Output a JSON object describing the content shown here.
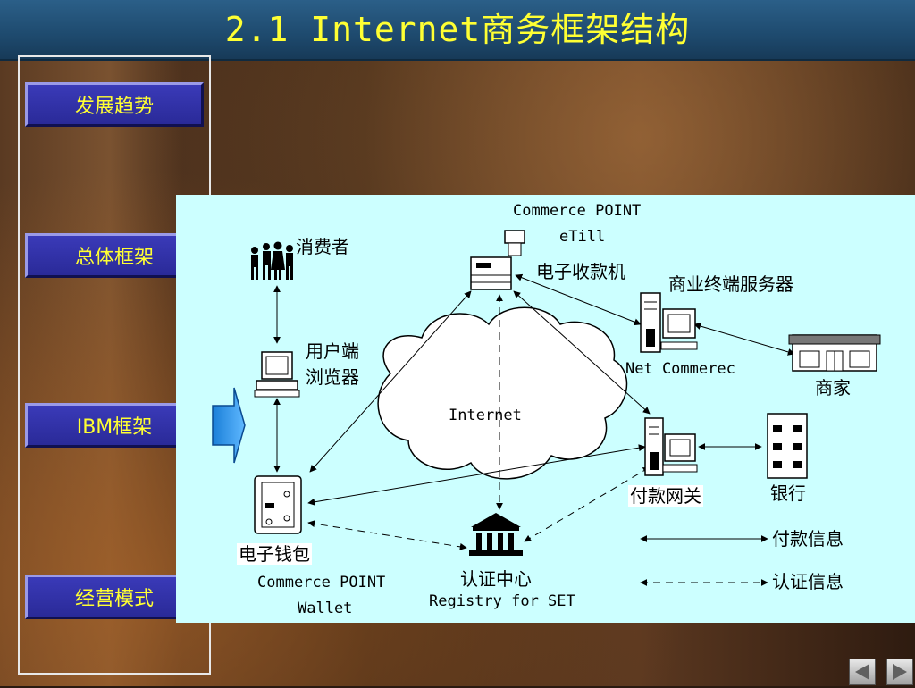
{
  "title": "2.1 Internet商务框架结构",
  "nav": {
    "items": [
      {
        "label": "发展趋势"
      },
      {
        "label": "总体框架"
      },
      {
        "label": "IBM框架"
      },
      {
        "label": "经营模式"
      }
    ]
  },
  "diagram": {
    "consumer": "消费者",
    "browser_line1": "用户端",
    "browser_line2": "浏览器",
    "etill_line1": "Commerce POINT",
    "etill_line2": "eTill",
    "cash_register": "电子收款机",
    "commerce_server": "商业终端服务器",
    "net_commerce": "Net Commerec",
    "merchant": "商家",
    "internet": "Internet",
    "payment_gateway": "付款网关",
    "bank": "银行",
    "wallet": "电子钱包",
    "wallet_line1": "Commerce POINT",
    "wallet_line2": "Wallet",
    "cert_center": "认证中心",
    "registry": "Registry for SET",
    "legend_payment": "付款信息",
    "legend_cert": "认证信息"
  },
  "icons": [
    "people-icon",
    "computer-icon",
    "wallet-icon",
    "cash-register-icon",
    "server-icon",
    "store-icon",
    "bank-building-icon",
    "cert-center-icon",
    "cloud-icon"
  ],
  "colors": {
    "title": "#ffff33",
    "panel": "#ccffff",
    "nav_button": "#2a2a98",
    "topbar": "#1e4a6e"
  }
}
